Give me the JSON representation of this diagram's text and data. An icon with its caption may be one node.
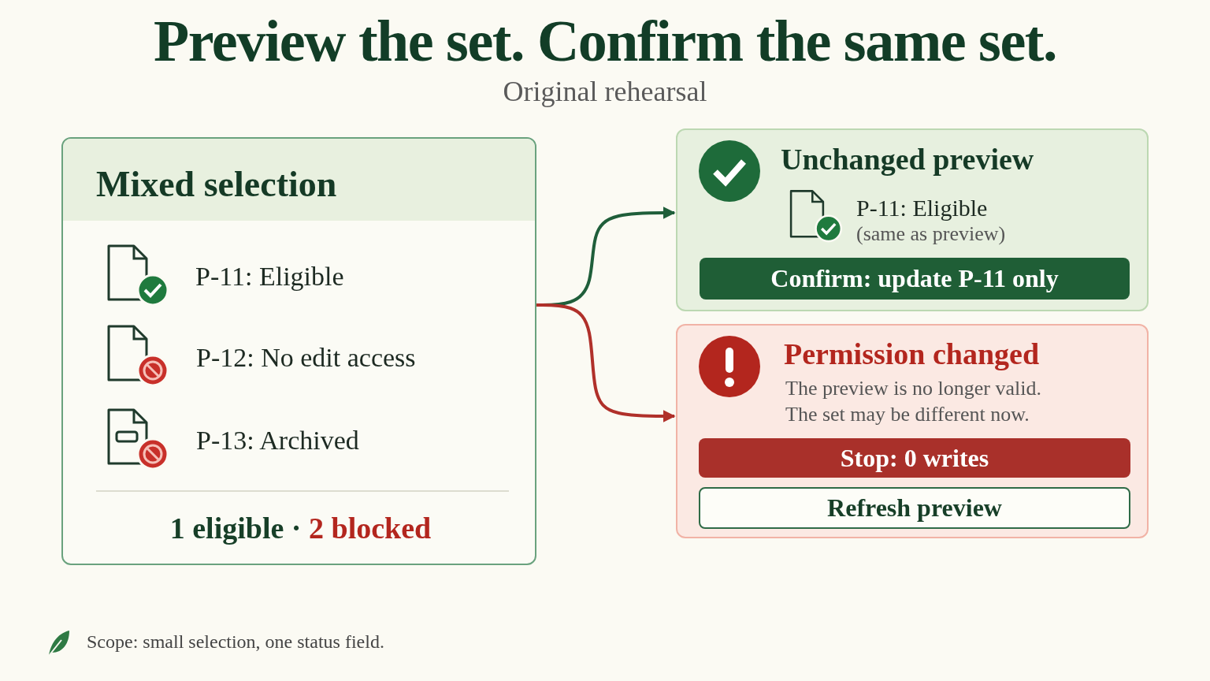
{
  "diagram": {
    "title": "Preview the set. Confirm the same set.",
    "nodes": [
      {
        "text": [
          "Mixed selection",
          "P-11: Eligible",
          "P-12: No edit access",
          "P-13: Archived",
          "1 eligible · 2 blocked"
        ]
      },
      {
        "text": [
          "Unchanged preview",
          "P-11: Eligible",
          "(same as preview)"
        ]
      },
      {
        "text": [
          "Confirm: update P-11 only"
        ],
        "in": 1
      },
      {
        "text": [
          "Permission changed",
          "The preview is no longer valid.",
          "The set may be different now."
        ]
      },
      {
        "text": [
          "Stop: 0 writes"
        ],
        "in": 3
      },
      {
        "text": [
          "Refresh preview"
        ],
        "in": 3
      }
    ],
    "edges": [
      {
        "from": 0,
        "to": 1,
        "arrow": "to",
        "color": "#1f5e3a"
      },
      {
        "from": 0,
        "to": 3,
        "arrow": "to",
        "color": "#b0302a"
      }
    ],
    "labels": [
      "Original rehearsal",
      "Scope: small selection, one status field."
    ]
  }
}
